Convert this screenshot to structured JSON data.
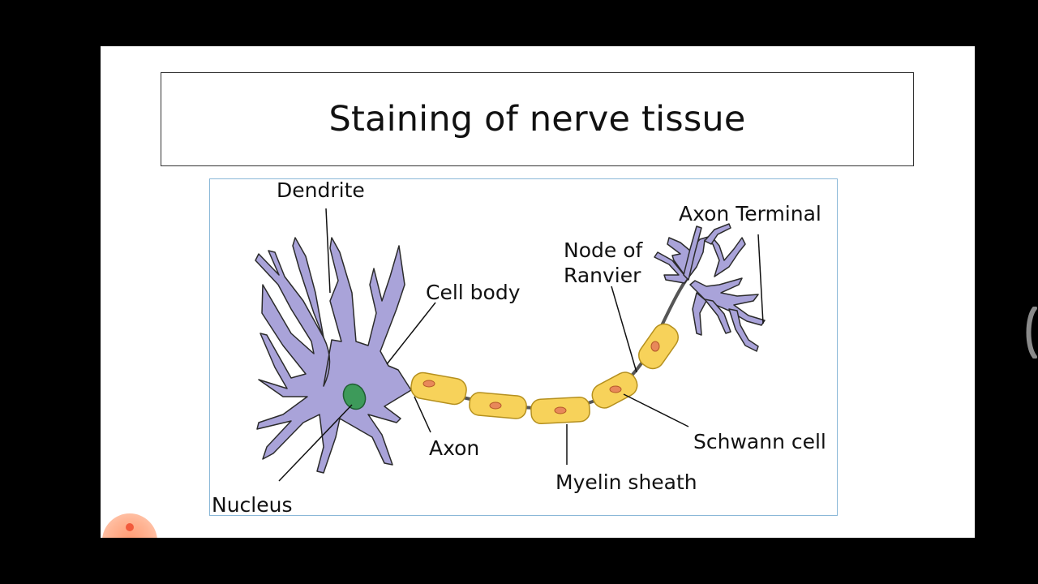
{
  "slide": {
    "title": "Staining of nerve tissue"
  },
  "diagram": {
    "labels": {
      "dendrite": "Dendrite",
      "cell_body": "Cell body",
      "nucleus": "Nucleus",
      "axon": "Axon",
      "node_of_ranvier_line1": "Node of",
      "node_of_ranvier_line2": "Ranvier",
      "axon_terminal": "Axon Terminal",
      "schwann_cell": "Schwann cell",
      "myelin_sheath": "Myelin sheath"
    },
    "colors": {
      "neuron": "#a9a3d9",
      "neuron_outline": "#2b2b2b",
      "nucleus": "#3d9a5a",
      "myelin": "#f7d25a",
      "myelin_outline": "#b5901e",
      "schwann_nucleus": "#e8885a"
    }
  },
  "overlay": {
    "record_button_icon": "record-icon",
    "side_handle_icon": "handle-icon"
  }
}
